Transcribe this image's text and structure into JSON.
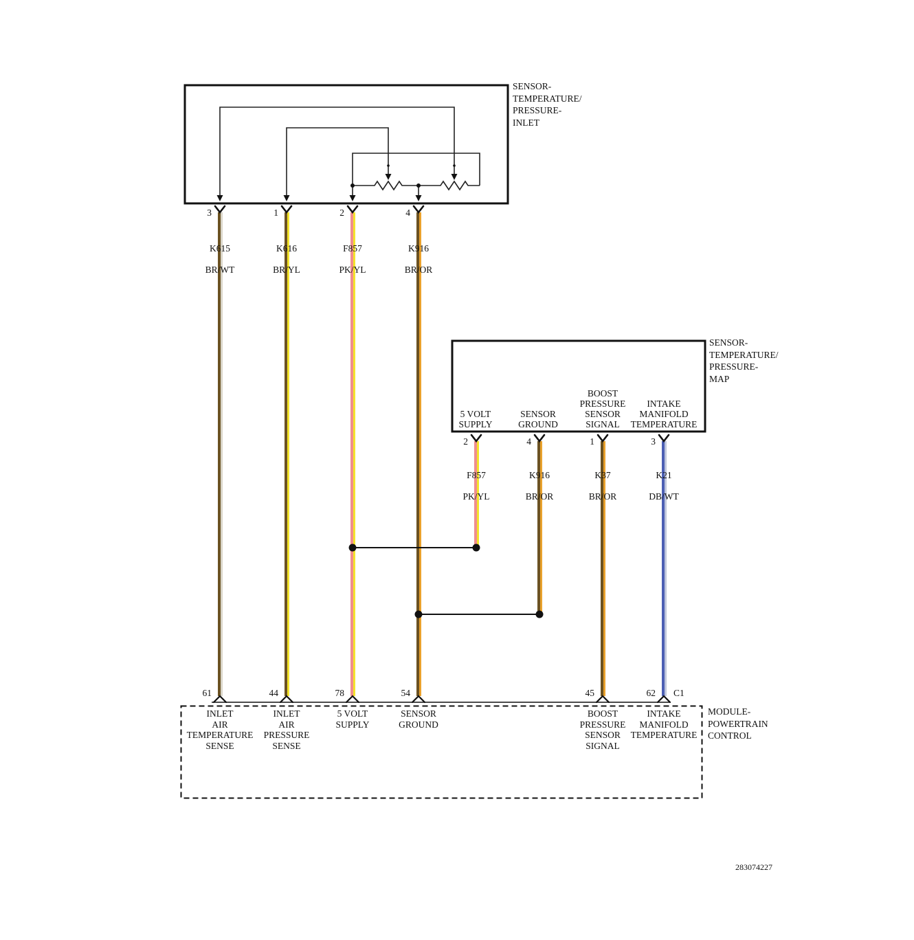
{
  "inlet_sensor": {
    "label": "SENSOR-\nTEMPERATURE/\nPRESSURE-\nINLET",
    "pins": [
      {
        "pin": "3",
        "circuit": "K615",
        "color": "BR/WT"
      },
      {
        "pin": "1",
        "circuit": "K616",
        "color": "BR/YL"
      },
      {
        "pin": "2",
        "circuit": "F857",
        "color": "PK/YL"
      },
      {
        "pin": "4",
        "circuit": "K916",
        "color": "BR/OR"
      }
    ]
  },
  "map_sensor": {
    "label": "SENSOR-\nTEMPERATURE/\nPRESSURE-\nMAP",
    "functions": [
      "5 VOLT\nSUPPLY",
      "SENSOR\nGROUND",
      "BOOST\nPRESSURE\nSENSOR\nSIGNAL",
      "INTAKE\nMANIFOLD\nTEMPERATURE"
    ],
    "pins": [
      {
        "pin": "2",
        "circuit": "F857",
        "color": "PK/YL"
      },
      {
        "pin": "4",
        "circuit": "K916",
        "color": "BR/OR"
      },
      {
        "pin": "1",
        "circuit": "K37",
        "color": "BR/OR"
      },
      {
        "pin": "3",
        "circuit": "K21",
        "color": "DB/WT"
      }
    ]
  },
  "pcm": {
    "label": "MODULE-\nPOWERTRAIN\nCONTROL",
    "connector": "C1",
    "pins": [
      {
        "pin": "61",
        "function": "INLET\nAIR\nTEMPERATURE\nSENSE"
      },
      {
        "pin": "44",
        "function": "INLET\nAIR\nPRESSURE\nSENSE"
      },
      {
        "pin": "78",
        "function": "5 VOLT\nSUPPLY"
      },
      {
        "pin": "54",
        "function": "SENSOR\nGROUND"
      },
      {
        "pin": "45",
        "function": "BOOST\nPRESSURE\nSENSOR\nSIGNAL"
      },
      {
        "pin": "62",
        "function": "INTAKE\nMANIFOLD\nTEMPERATURE"
      }
    ]
  },
  "wire_styles": {
    "k615": [
      "#6b5222",
      "#d9d5c9"
    ],
    "k616": [
      "#6b5222",
      "#f3e32c"
    ],
    "f857": [
      "#f08e8e",
      "#f3e32c"
    ],
    "k916": [
      "#6b5222",
      "#e9a12c"
    ],
    "k37": [
      "#6b5222",
      "#e9a12c"
    ],
    "k21": [
      "#4c5fb4",
      "#bfc6dd"
    ]
  },
  "line_color": "#1a1a1a",
  "footer": {
    "ref": "283074227"
  }
}
